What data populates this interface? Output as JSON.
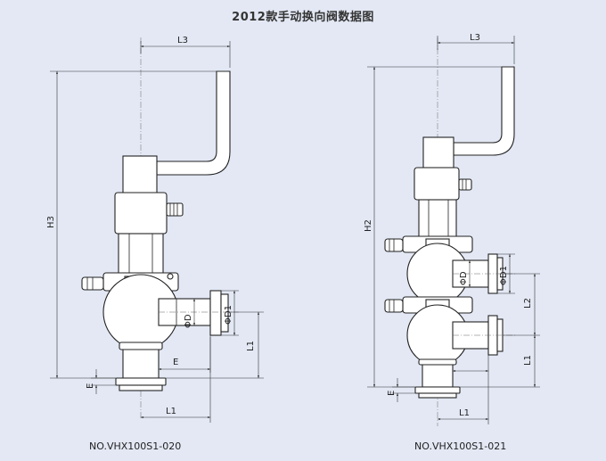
{
  "title": "2012款手动换向阀数据图",
  "left_view": {
    "labels": {
      "L3": "L3",
      "H3": "H3",
      "phiD": "ΦD",
      "phiD1": "ΦD1",
      "L1_vertical": "L1",
      "E_horizontal": "E",
      "E_vertical": "E",
      "L1_bottom": "L1"
    },
    "model_code": "NO.VHX100S1-020"
  },
  "right_view": {
    "labels": {
      "L3": "L3",
      "H2": "H2",
      "phiD": "ΦD",
      "phiD1": "ΦD1",
      "L2": "L2",
      "L1_vertical": "L1",
      "E_vertical": "E",
      "L1_bottom": "L1"
    },
    "model_code": "NO.VHX100S1-021"
  },
  "colors": {
    "background": "#e3e8f4",
    "lines": "#222222"
  }
}
